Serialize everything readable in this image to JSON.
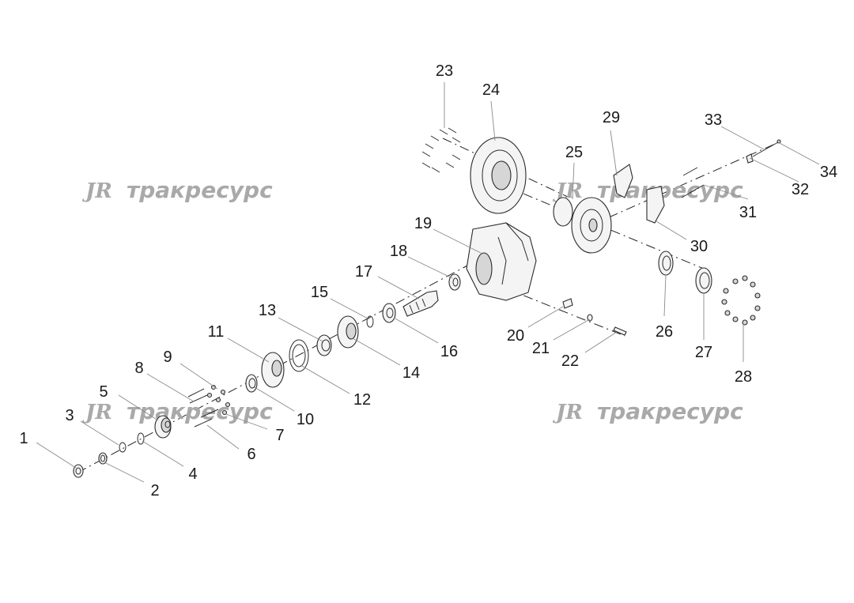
{
  "watermark": {
    "logo": "JR",
    "text": "тракресурс"
  },
  "callouts": [
    "1",
    "2",
    "3",
    "4",
    "5",
    "6",
    "7",
    "8",
    "9",
    "10",
    "11",
    "12",
    "13",
    "14",
    "15",
    "16",
    "17",
    "18",
    "19",
    "20",
    "21",
    "22",
    "23",
    "24",
    "25",
    "26",
    "27",
    "28",
    "29",
    "30",
    "31",
    "32",
    "33",
    "34"
  ]
}
